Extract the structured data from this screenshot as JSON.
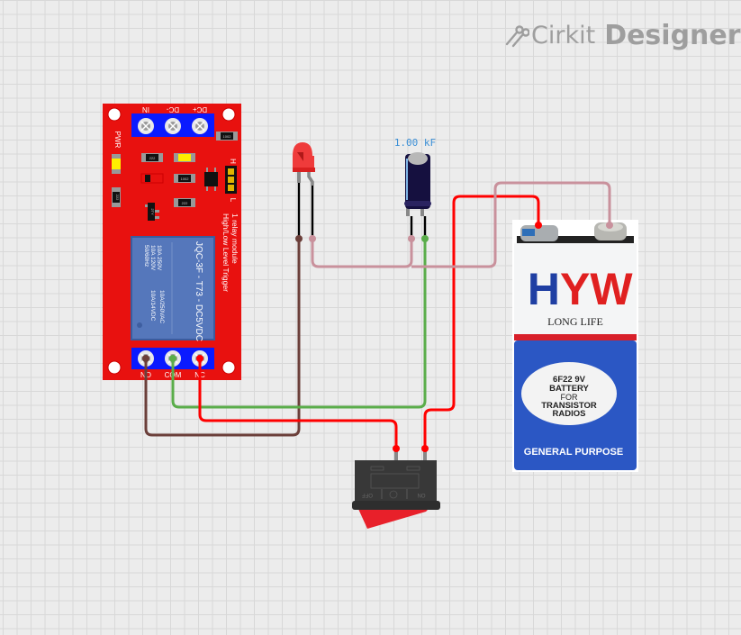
{
  "app": {
    "brand": "Cirkit",
    "product": "Designer"
  },
  "relay_module": {
    "top_pins": [
      "IN",
      "DC-",
      "DC+"
    ],
    "bottom_pins": [
      "NO",
      "COM",
      "NC"
    ],
    "pwr_label": "PWR",
    "jumper_high": "H",
    "jumper_low": "L",
    "title_line1": "1 relay module",
    "title_line2": "High/Low Level Trigger",
    "relay_model": "JQC-3F - T73 - DC5VDC",
    "rating_ac1": "10A 250V",
    "rating_ac2": "10A 120V",
    "rating_freq": "50/60Hz",
    "rating_ac3": "10A/250VAC",
    "rating_dc": "10A/14VDC",
    "smd_labels": [
      "222",
      "222",
      "1002",
      "222",
      "2TY",
      "1002"
    ],
    "board_color": "#e8110f",
    "terminal_color": "#0a1aff"
  },
  "capacitor": {
    "value_label": "1.00 kF",
    "label_color": "#3b8fd6"
  },
  "led": {
    "color": "#ff2a2a"
  },
  "battery": {
    "brand_h": "HYW",
    "tagline": "LONG LIFE",
    "oval_line1": "6F22 9V",
    "oval_line2": "BATTERY",
    "oval_line3": "FOR",
    "oval_line4": "TRANSISTOR",
    "oval_line5": "RADIOS",
    "footer": "GENERAL PURPOSE"
  },
  "switch": {
    "off_label": "OFF",
    "on_label": "ON"
  },
  "wires": {
    "red": "#ff0000",
    "green": "#5aad4a",
    "brown": "#6b3f3a",
    "pink": "#c9919c"
  }
}
